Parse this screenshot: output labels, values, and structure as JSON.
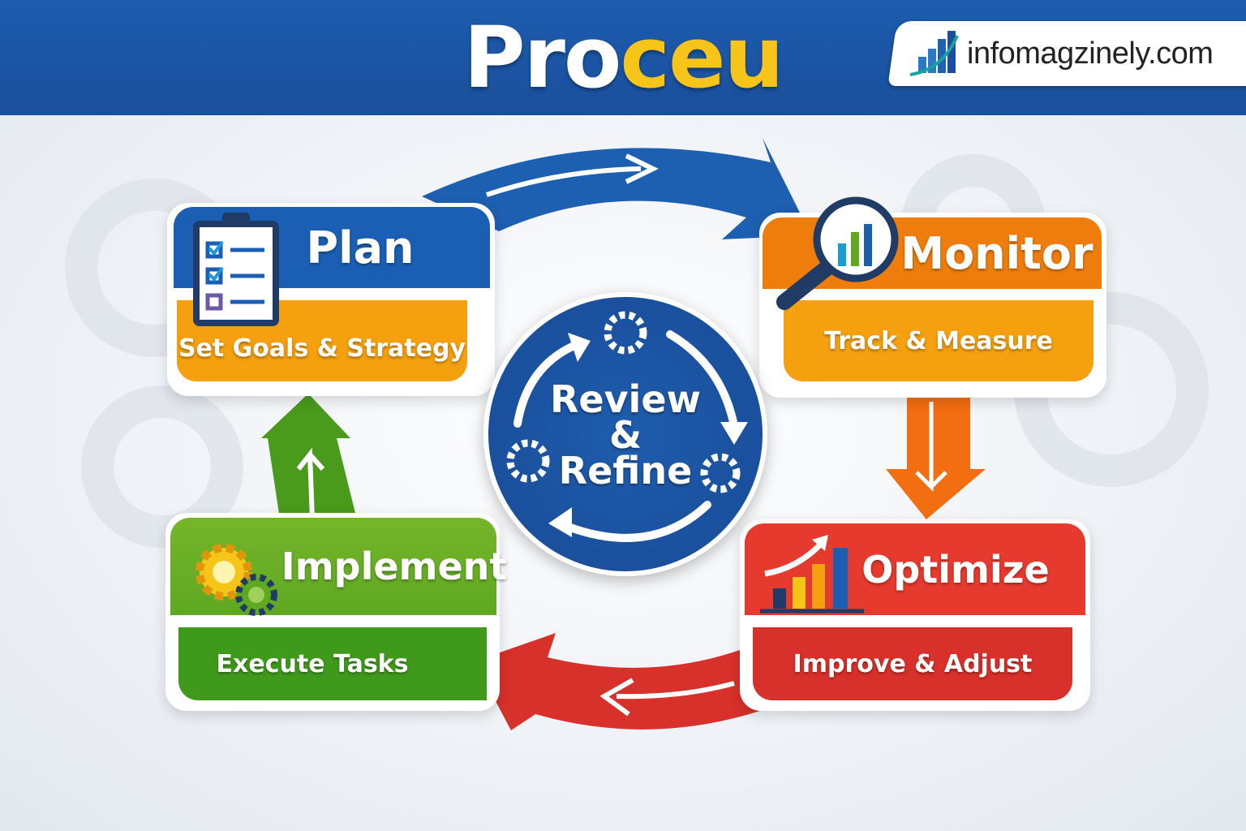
{
  "header": {
    "title_part1": "Pro",
    "title_part2": "ceu",
    "logo": "infomagzinely.com"
  },
  "steps": {
    "plan": {
      "title": "Plan",
      "subtitle": "Set Goals & Strategy"
    },
    "monitor": {
      "title": "Monitor",
      "subtitle": "Track & Measure"
    },
    "optimize": {
      "title": "Optimize",
      "subtitle": "Improve & Adjust"
    },
    "implement": {
      "title": "Implement",
      "subtitle": "Execute Tasks"
    }
  },
  "center": {
    "line1": "Review",
    "line2": "&",
    "line3": "Refine"
  },
  "colors": {
    "blue": "#1a5fb4",
    "orange": "#f5a00f",
    "green": "#5ea822",
    "red": "#e63a2e",
    "yellow": "#f7c51a"
  }
}
